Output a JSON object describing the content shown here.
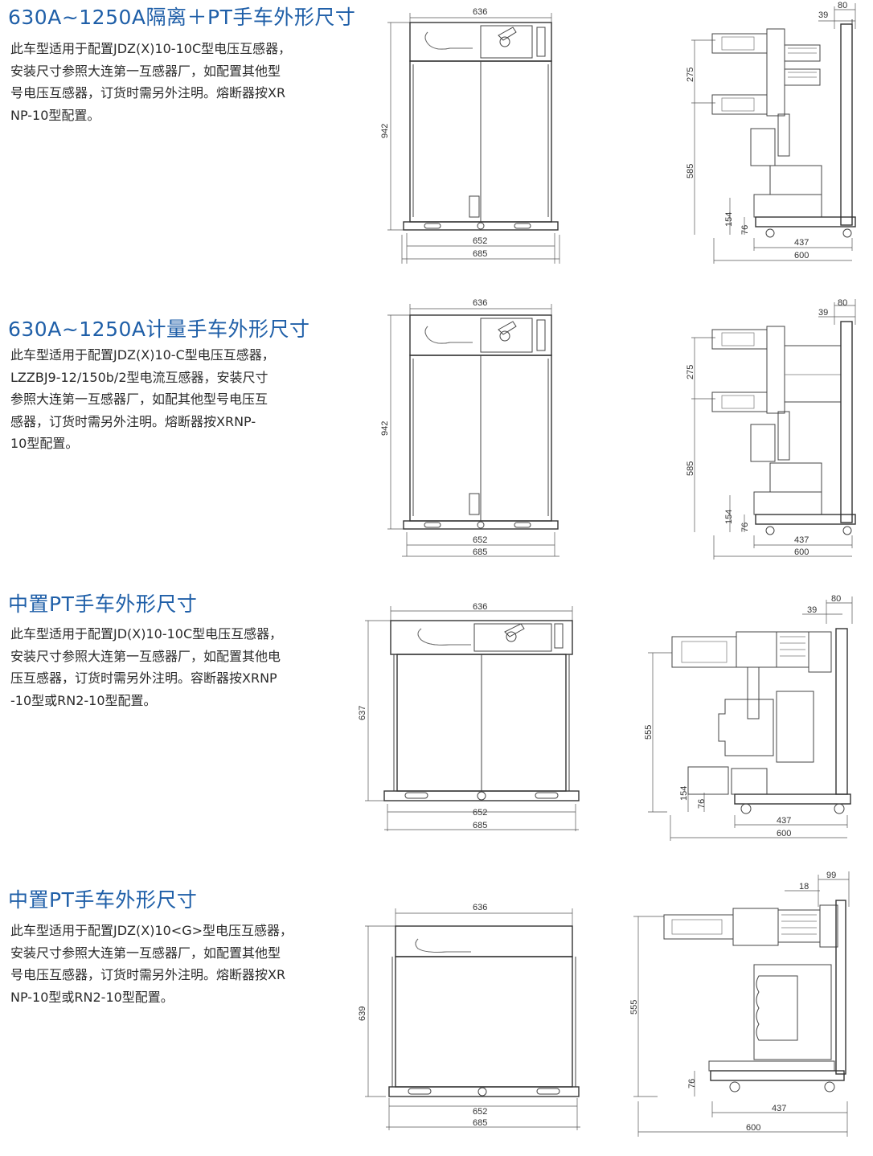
{
  "sections": [
    {
      "title": "630A~1250A隔离＋PT手车外形尺寸",
      "desc": [
        "此车型适用于配置JDZ(X)10-10C型电压互感器，",
        "安装尺寸参照大连第一互感器厂，如配置其他型",
        "号电压互感器，订货时需另外注明。熔断器按XR",
        "NP-10型配置。"
      ],
      "front": {
        "top_width": "636",
        "height": "942",
        "base_inner": "652",
        "base_outer": "685"
      },
      "side": {
        "top_a": "39",
        "top_b": "80",
        "v1": "275",
        "v2": "585",
        "v3": "154",
        "v4": "76",
        "bottom_inner": "437",
        "bottom_outer": "600"
      }
    },
    {
      "title": "630A~1250A计量手车外形尺寸",
      "desc": [
        "此车型适用于配置JDZ(X)10-C型电压互感器，",
        "LZZBJ9-12/150b/2型电流互感器，安装尺寸",
        "参照大连第一互感器厂，如配其他型号电压互",
        "感器，订货时需另外注明。熔断器按XRNP-",
        "10型配置。"
      ],
      "front": {
        "top_width": "636",
        "height": "942",
        "base_inner": "652",
        "base_outer": "685"
      },
      "side": {
        "top_a": "39",
        "top_b": "80",
        "v1": "275",
        "v2": "585",
        "v3": "154",
        "v4": "76",
        "bottom_inner": "437",
        "bottom_outer": "600"
      }
    },
    {
      "title": "中置PT手车外形尺寸",
      "desc": [
        "此车型适用于配置JD(X)10-10C型电压互感器，",
        "安装尺寸参照大连第一互感器厂，如配置其他电",
        "压互感器，订货时需另外注明。容断器按XRNP",
        "-10型或RN2-10型配置。"
      ],
      "front": {
        "top_width": "636",
        "height": "637",
        "base_inner": "652",
        "base_outer": "685"
      },
      "side": {
        "top_a": "39",
        "top_b": "80",
        "v2": "555",
        "v3": "154",
        "v4": "76",
        "bottom_inner": "437",
        "bottom_outer": "600"
      }
    },
    {
      "title": "中置PT手车外形尺寸",
      "desc": [
        "此车型适用于配置JDZ(X)10<G>型电压互感器，",
        "安装尺寸参照大连第一互感器厂，如配置其他型",
        "号电压互感器，订货时需另外注明。熔断器按XR",
        "NP-10型或RN2-10型配置。"
      ],
      "front": {
        "top_width": "636",
        "height": "639",
        "base_inner": "652",
        "base_outer": "685"
      },
      "side": {
        "top_a": "18",
        "top_b": "99",
        "v2": "555",
        "v4": "76",
        "bottom_inner": "437",
        "bottom_outer": "600"
      }
    }
  ]
}
